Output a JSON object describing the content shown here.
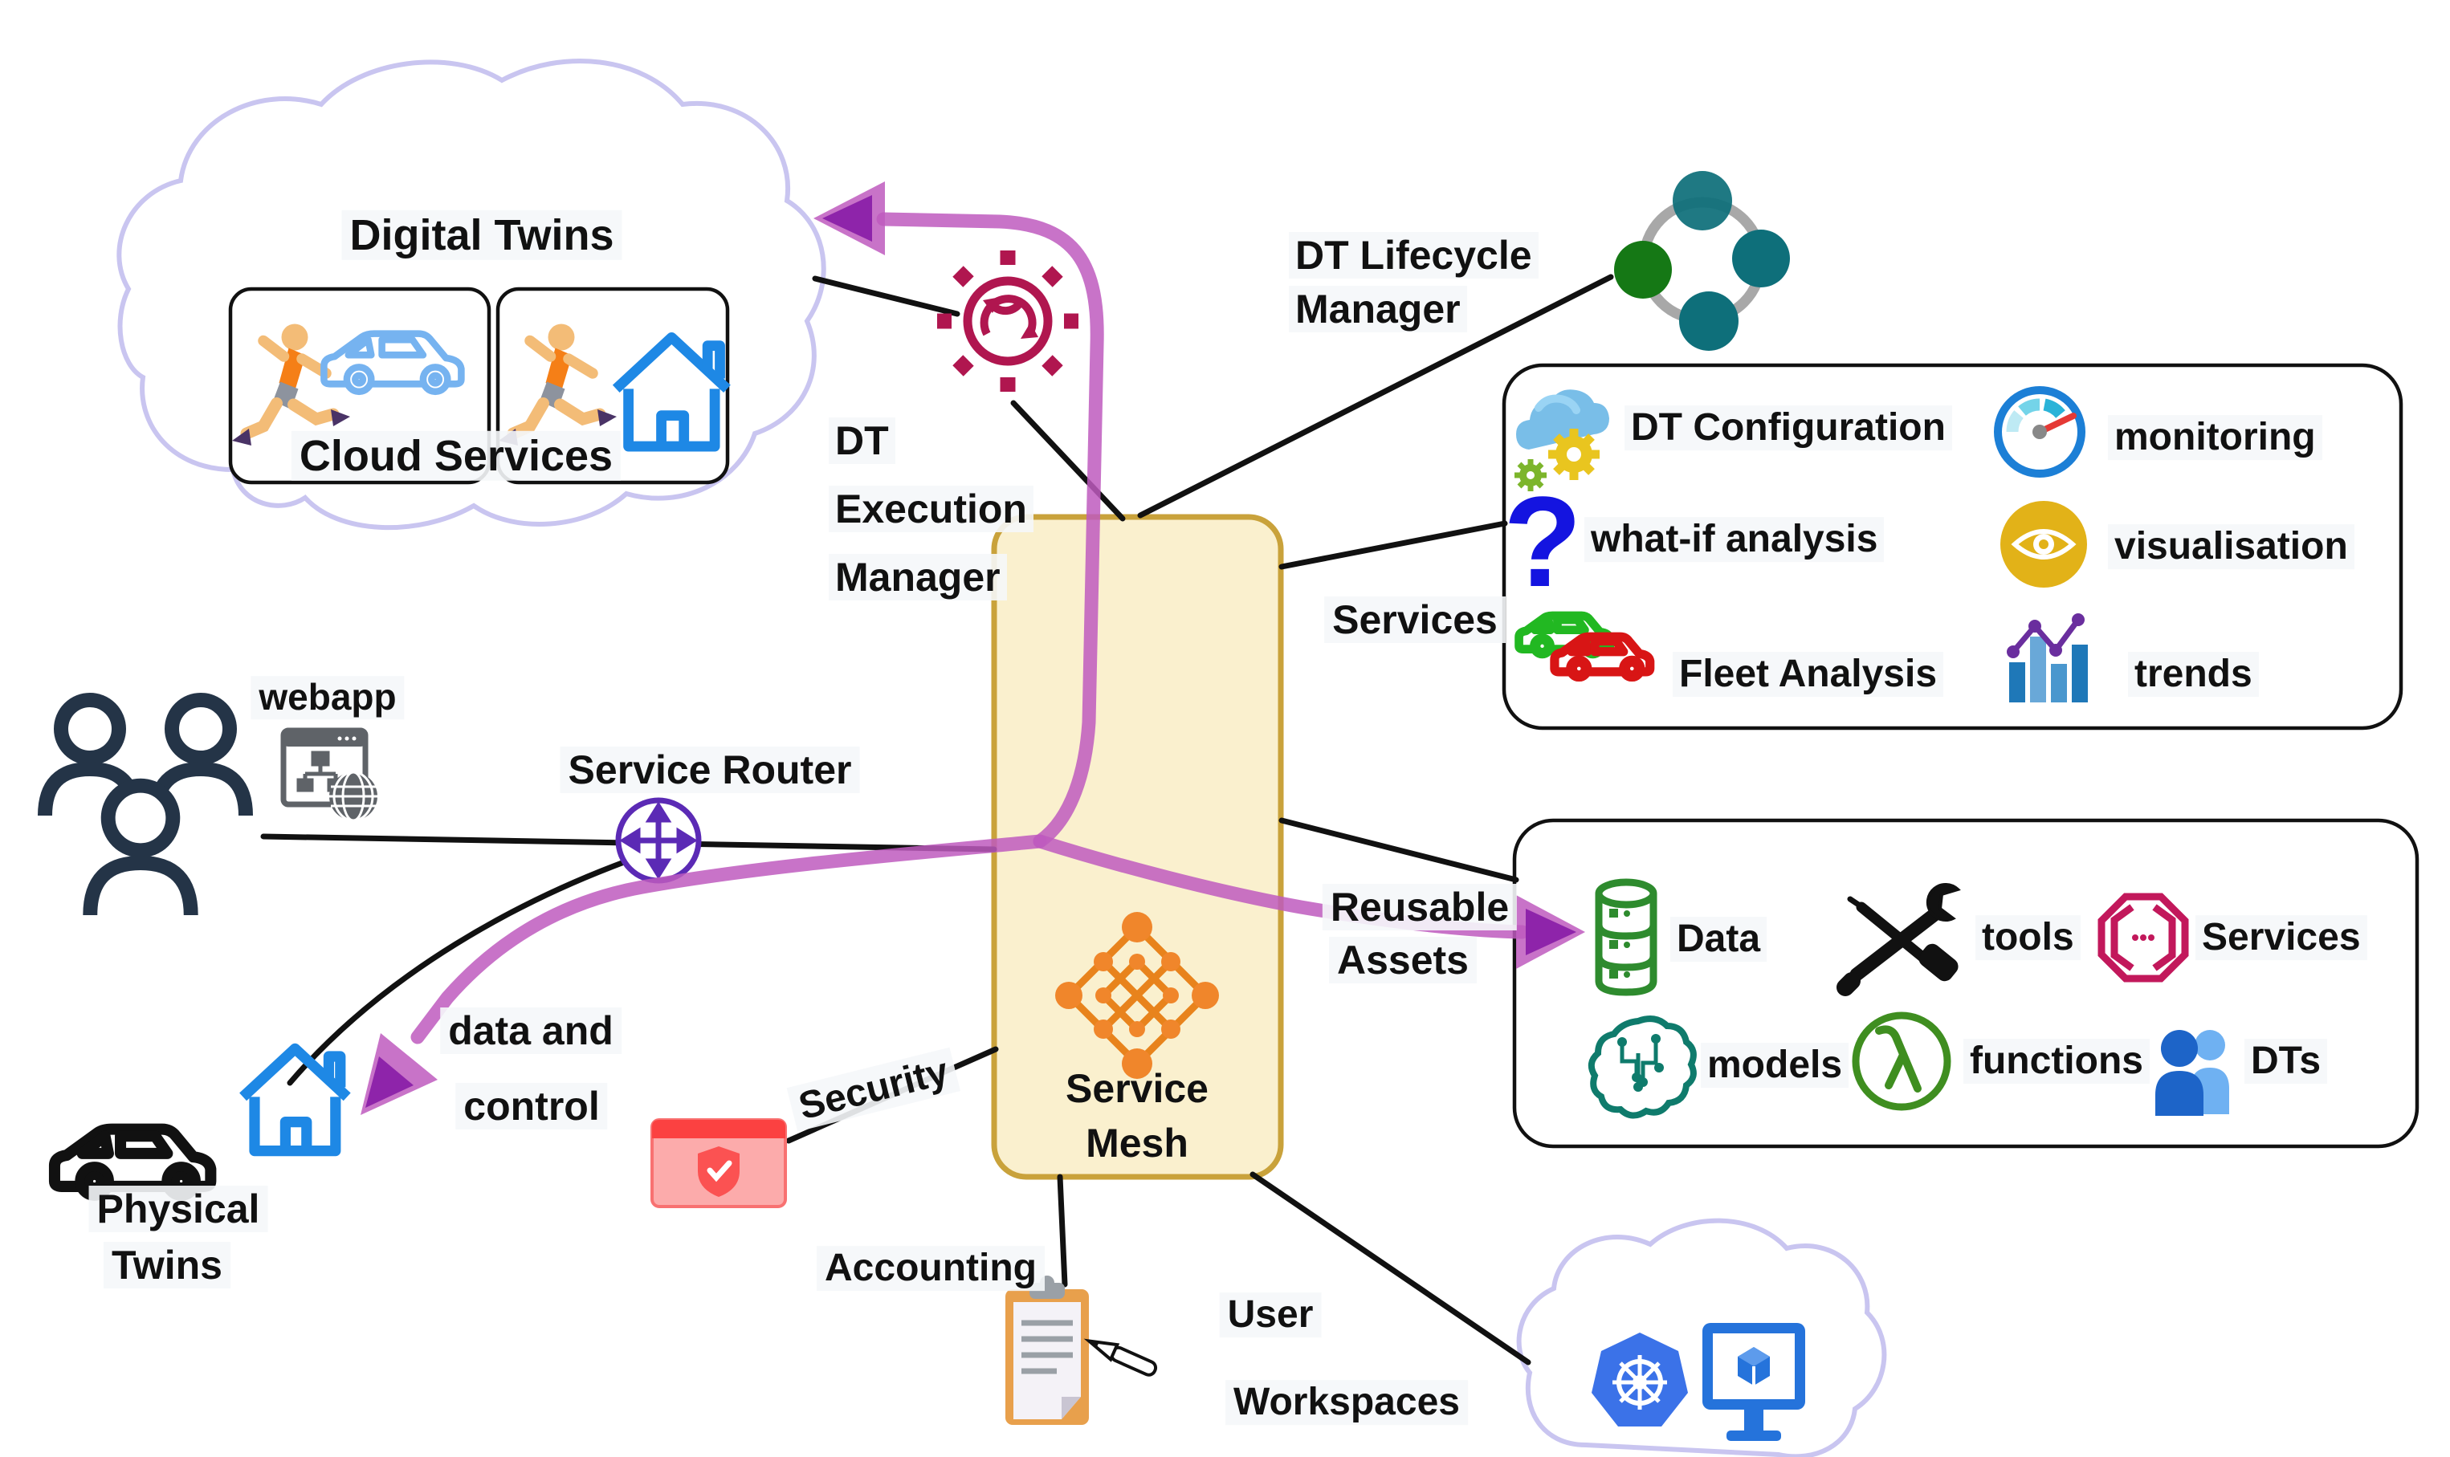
{
  "colors": {
    "mesh_fill": "#FAF0CE",
    "mesh_border": "#C9A23B",
    "purple_flow": "#BE5ABE",
    "purple_arrow_dark": "#8E24AA",
    "cloud_outline": "#C9C5F0",
    "line_black": "#111111",
    "router_purple": "#5B2AB5",
    "gear_crimson": "#B0164F",
    "lifecycle_teal": "#0E6F7A",
    "lifecycle_green": "#157815",
    "security_red": "#FB4141",
    "mesh_icon_orange": "#EE8722"
  },
  "cloud_services": {
    "title": "Digital Twins",
    "caption": "Cloud Services"
  },
  "nodes": {
    "dt_execution_manager": {
      "line1": "DT",
      "line2": "Execution",
      "line3": "Manager"
    },
    "dt_lifecycle_manager": {
      "line1": "DT Lifecycle",
      "line2": "Manager"
    },
    "service_router": {
      "label": "Service Router"
    },
    "webapp": {
      "label": "webapp"
    },
    "service_mesh": {
      "line1": "Service",
      "line2": "Mesh"
    },
    "physical_twins": {
      "line1": "Physical",
      "line2": "Twins"
    },
    "data_and_control": {
      "line1": "data and",
      "line2": "control"
    },
    "security": {
      "label": "Security"
    },
    "accounting": {
      "label": "Accounting"
    },
    "user_workspaces": {
      "line1": "User",
      "line2": "Workspaces"
    }
  },
  "edges": {
    "services": "Services",
    "reusable_assets_line1": "Reusable",
    "reusable_assets_line2": "Assets"
  },
  "services_box": {
    "items": [
      {
        "label": "DT Configuration",
        "icon": "cloud-gears-icon"
      },
      {
        "label": "monitoring",
        "icon": "gauge-icon"
      },
      {
        "label": "what-if analysis",
        "icon": "question-mark-icon"
      },
      {
        "label": "visualisation",
        "icon": "eye-icon"
      },
      {
        "label": "Fleet Analysis",
        "icon": "fleet-cars-icon"
      },
      {
        "label": "trends",
        "icon": "trend-chart-icon"
      }
    ]
  },
  "reusable_box": {
    "items": [
      {
        "label": "Data",
        "icon": "database-icon"
      },
      {
        "label": "tools",
        "icon": "tools-icon"
      },
      {
        "label": "Services",
        "icon": "octagon-services-icon"
      },
      {
        "label": "models",
        "icon": "circuit-brain-icon"
      },
      {
        "label": "functions",
        "icon": "lambda-icon"
      },
      {
        "label": "DTs",
        "icon": "dt-users-icon"
      }
    ]
  }
}
